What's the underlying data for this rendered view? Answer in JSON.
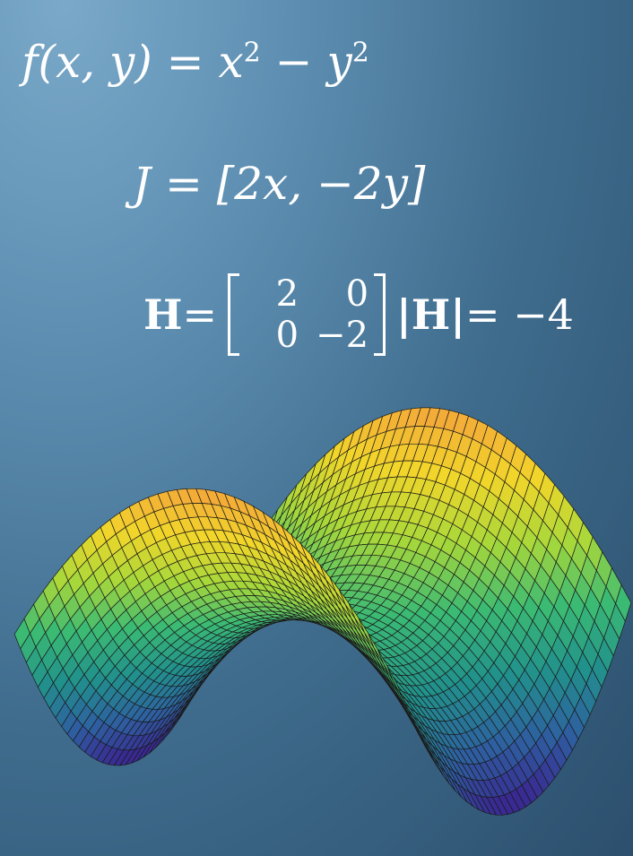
{
  "equations": {
    "function": {
      "lhs": "f(x, y) =",
      "x": "x",
      "exp1": "2",
      "minus": " − ",
      "y": "y",
      "exp2": "2"
    },
    "jacobian": {
      "text": "J = [2x, −2y]"
    },
    "hessian": {
      "symbol": "H",
      "equals": " =",
      "matrix": [
        [
          "2",
          "0"
        ],
        [
          "0",
          "−2"
        ]
      ],
      "det_label": "|H|",
      "det_value": " = −4"
    }
  },
  "surface": {
    "function": "x^2 - y^2",
    "colormap": [
      "#3b1f8f",
      "#2e5fa0",
      "#21918c",
      "#3bba74",
      "#a8d83a",
      "#f2d62a",
      "#f3a53a"
    ]
  }
}
